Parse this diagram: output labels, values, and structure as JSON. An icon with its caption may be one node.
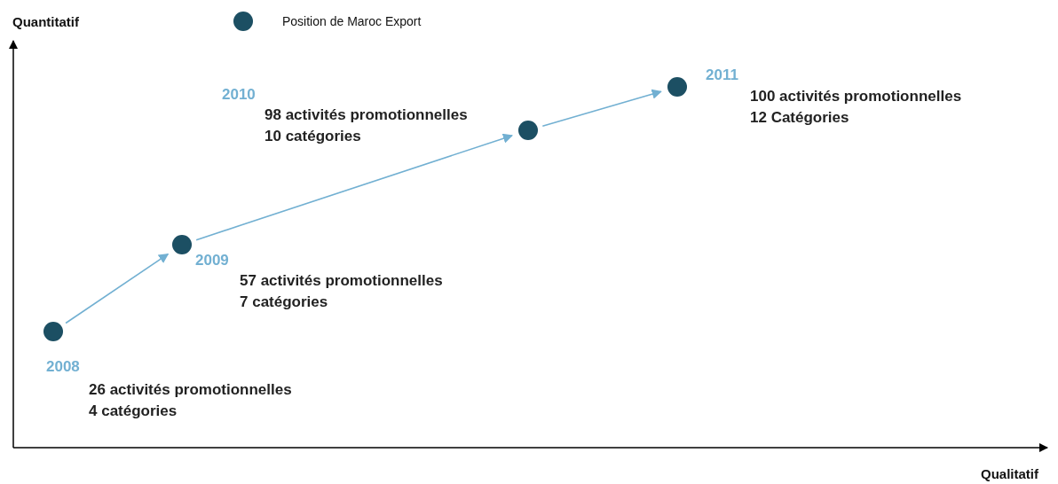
{
  "diagram": {
    "nodes": [
      {
        "text": [],
        "shape": "circle",
        "beside": [
          "2008",
          "26 activités promotionnelles",
          "4 catégories"
        ]
      },
      {
        "text": [],
        "shape": "circle",
        "beside": [
          "2009",
          "57 activités promotionnelles",
          "7 catégories"
        ]
      },
      {
        "text": [],
        "shape": "circle",
        "beside": [
          "2010",
          "98 activités promotionnelles",
          "10 catégories"
        ]
      },
      {
        "text": [],
        "shape": "circle",
        "beside": [
          "2011",
          "100 activités promotionnelles",
          "12 Catégories"
        ]
      }
    ],
    "edges": [
      {
        "from": 0,
        "to": 1,
        "arrow": "to"
      },
      {
        "from": 1,
        "to": 2,
        "arrow": "to"
      },
      {
        "from": 2,
        "to": 3,
        "arrow": "to"
      }
    ],
    "labels": [
      "Quantitatif",
      "Qualitatif"
    ],
    "legend": [
      {
        "text": "Position de Maroc Export",
        "color": "#1c4f63"
      }
    ]
  }
}
